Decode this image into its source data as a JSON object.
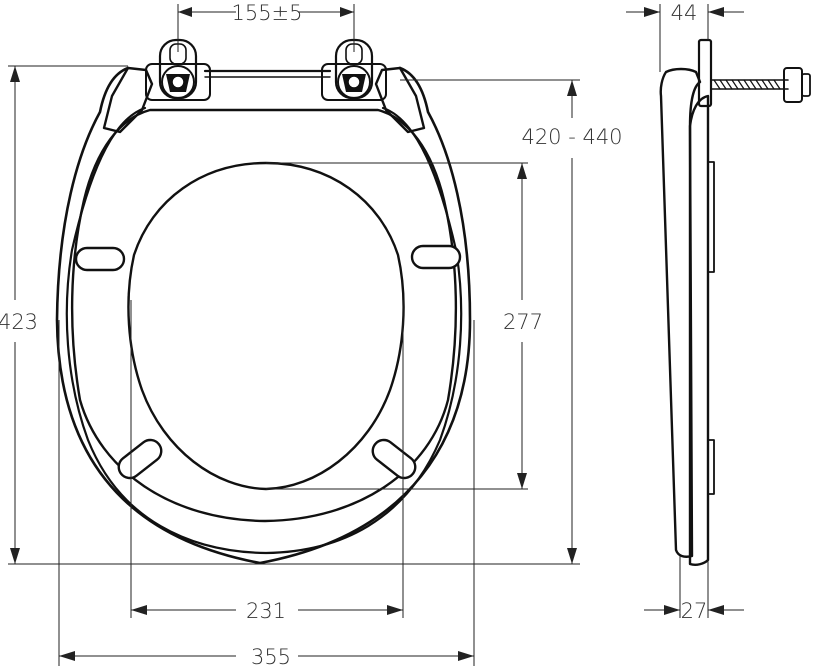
{
  "dimensions": {
    "hinge_spacing": "155±5",
    "side_height": "44",
    "total_length": "423",
    "fixing_to_front": "420 - 440",
    "opening_length": "277",
    "opening_width": "231",
    "total_width": "355",
    "seat_thickness": "27"
  }
}
